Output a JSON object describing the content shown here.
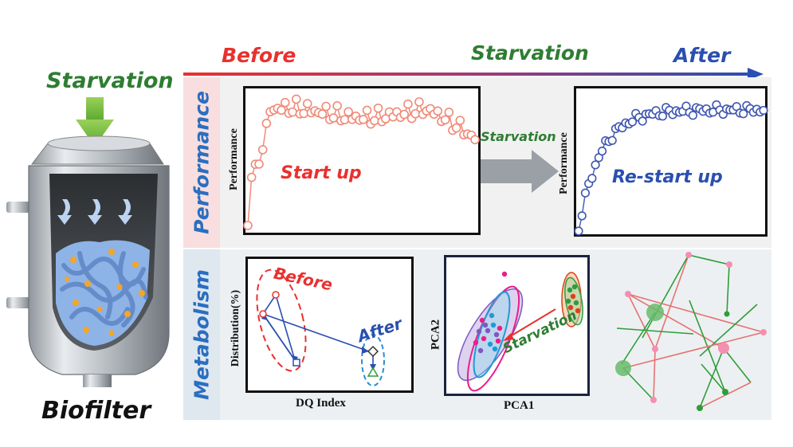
{
  "left": {
    "starvation_label": "Starvation",
    "biofilter_label": "Biofilter"
  },
  "timeline": {
    "before": "Before",
    "starvation": "Starvation",
    "after": "After"
  },
  "rows": {
    "performance": "Performance",
    "metabolism": "Metabolism"
  },
  "performance_panel": {
    "y_axis": "Performance",
    "start_up": "Start up",
    "starvation_arrow": "Starvation",
    "restart_up": "Re-start up"
  },
  "metabolism_panel": {
    "dq_y_axis": "Distribution(%)",
    "dq_x_axis": "DQ Index",
    "dq_before": "Before",
    "dq_after": "After",
    "pca_y_axis": "PCA2",
    "pca_x_axis": "PCA1",
    "pca_starvation": "Starvation"
  },
  "colors": {
    "before": "#e8312f",
    "starvation": "#2e7d32",
    "after": "#2a4fb0",
    "performance_bg": "#f8dede",
    "metabolism_bg": "#dfe7ef",
    "arrow_green": "#7cc043"
  }
}
